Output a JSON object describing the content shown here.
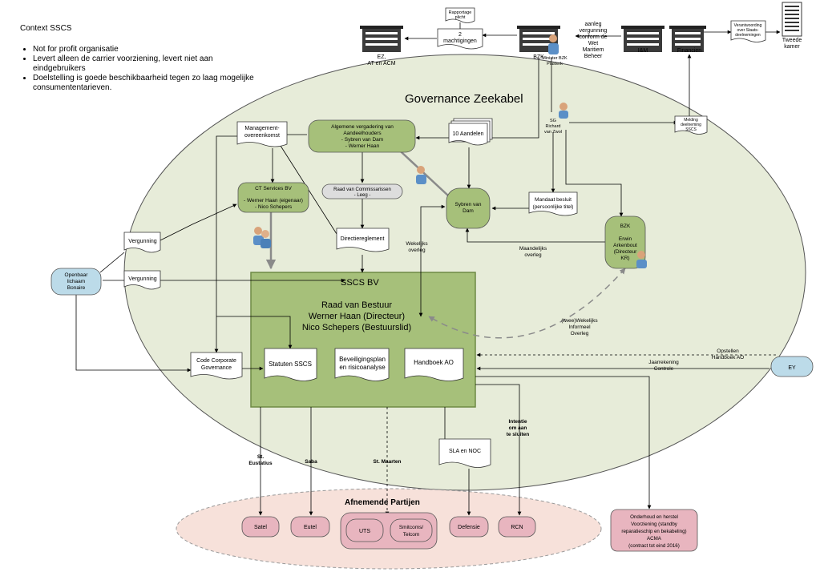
{
  "context": {
    "title": "Context SSCS",
    "bullets": [
      "Not for profit organisatie",
      "Levert alleen de carrier voorziening, levert niet aan eindgebruikers",
      "Doelstelling is goede beschikbaarheid tegen zo laag mogelijke consumententarieven."
    ]
  },
  "diagram": {
    "governance_title": "Governance Zeekabel",
    "buildings": {
      "ez": [
        "EZ,",
        "AT en ACM"
      ],
      "bzk": "BZK",
      "ienm": "I&M",
      "financien": "Financien",
      "tweede_kamer": [
        "Tweede",
        "kamer"
      ]
    },
    "minister": [
      "Minister BZK",
      "Plasterk"
    ],
    "docs": {
      "rapportage": [
        "Rapportage",
        "plicht"
      ],
      "machtigingen": [
        "2",
        "machtigingen"
      ],
      "verantwoording": [
        "Verantwoording",
        "over Staats-",
        "deelnemingen"
      ],
      "melding": [
        "Melding",
        "deelneming",
        "SSCS"
      ],
      "management": [
        "Management-",
        "overeenkomst"
      ],
      "aandelen": "10 Aandelen",
      "mandaat": [
        "Mandaat besluit",
        "(persoonlijke titel)"
      ],
      "directiereglement": "Directiereglement",
      "vergunning1": "Vergunning",
      "vergunning2": "Vergunning",
      "code": [
        "Code Corporate",
        "Governance"
      ],
      "statuten": "Statuten SSCS",
      "beveiligingsplan": [
        "Beveiligingsplan",
        "en risicoanalyse"
      ],
      "handboek": "Handboek AO",
      "sla": "SLA en NOC"
    },
    "aanleg_text": [
      "aanleg",
      "vergunning",
      "conform de",
      "Wet",
      "Maritiem",
      "Beheer"
    ],
    "sg": [
      "SG",
      "Richard",
      "van Zwol"
    ],
    "avh": [
      "Algemene vergadering van",
      "Aandeelhouders",
      "- Sybren van Dam",
      "- Werner Haan"
    ],
    "rvc": [
      "Raad van Commissarissen",
      "- Leeg -"
    ],
    "ct": [
      "CT Services BV",
      "",
      "- Werner Haan (eigenaar)",
      "- Nico Schepers"
    ],
    "sybren": [
      "Sybren van",
      "Dam"
    ],
    "bzk_box": [
      "BZK",
      "",
      "Erwin",
      "Arkenbout",
      "(Directeur",
      "KR)"
    ],
    "openbaar": [
      "Openbaar",
      "lichaam",
      "Bonaire"
    ],
    "ey": "EY",
    "sscs": {
      "title": "SSCS BV",
      "lines": [
        "Raad van Bestuur",
        "Werner Haan (Directeur)",
        "Nico Schepers (Bestuurslid)"
      ]
    },
    "labels": {
      "wekelijks": [
        "Wekelijks",
        "overleg"
      ],
      "maandelijks": [
        "Maandelijks",
        "overleg"
      ],
      "twee": [
        "(twee)Wekelijks",
        "Informeel",
        "Overleg"
      ],
      "opstellen": [
        "Opstellen",
        "Handboek AO"
      ],
      "jaarrekening": [
        "Jaarrekening",
        "Controle"
      ],
      "statia": [
        "St.",
        "Eustatius"
      ],
      "saba": "Saba",
      "maarten": "St. Maarten",
      "intentie": [
        "Intentie",
        "om aan",
        "te sluiten"
      ]
    },
    "afnemende": {
      "title": "Afnemende Partijen",
      "satel": "Satel",
      "eutel": "Eutel",
      "uts": "UTS",
      "smitcoms": [
        "Smitcoms/",
        "Telcom"
      ],
      "defensie": "Defensie",
      "rcn": "RCN"
    },
    "onderhoud": [
      "Onderhoud en herstel",
      "Voorziening (standby",
      "reparatieschip en bekabeling)",
      "ACMA",
      "(contract tot eind 2016)"
    ]
  }
}
